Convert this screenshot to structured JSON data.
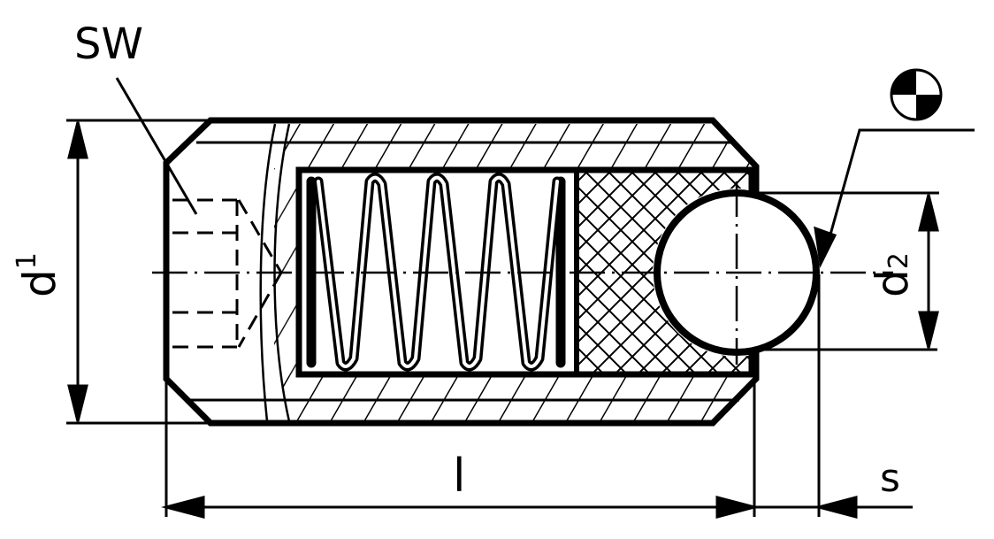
{
  "diagram": {
    "type": "technical-drawing",
    "subject": "ball spring plunger cross-section",
    "colors": {
      "line": "#000000",
      "background": "#ffffff"
    },
    "labels": {
      "width_across_flats": "SW",
      "thread_diameter": "d",
      "thread_diameter_sub": "1",
      "ball_diameter": "d",
      "ball_diameter_sub": "2",
      "length": "l",
      "stroke": "s"
    },
    "symbols": {
      "center_of_mass": "center-of-mass-symbol"
    }
  }
}
